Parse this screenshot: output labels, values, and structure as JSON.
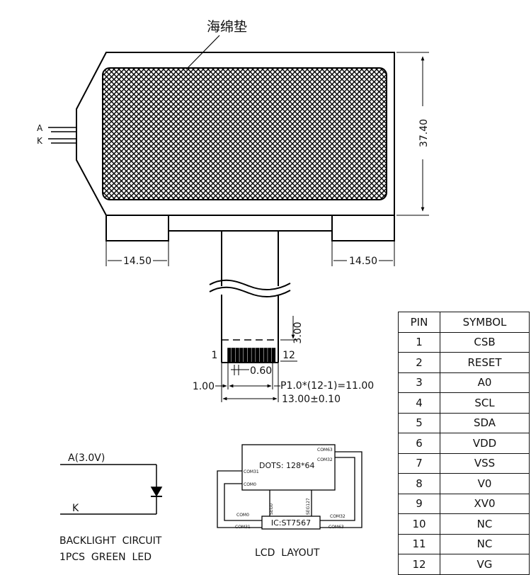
{
  "foam_label": "海绵垫",
  "backlight_pins": {
    "anode": "A",
    "cathode": "K"
  },
  "dimensions": {
    "height": "37.40",
    "left_ear": "14.50",
    "right_ear": "14.50",
    "fpc_tail": "3.00",
    "pad_width": "0.60",
    "edge_offset": "1.00",
    "pitch": "P1.0*(12-1)=11.00",
    "fpc_width": "13.00±0.10"
  },
  "fpc_pins": {
    "first": "1",
    "last": "12"
  },
  "backlight_circuit": {
    "anode_label": "A(3.0V)",
    "cathode_label": "K",
    "caption_line1": "BACKLIGHT  CIRCUIT",
    "caption_line2": "1PCS  GREEN  LED"
  },
  "lcd_layout": {
    "dots": "DOTS: 128*64",
    "ic": "IC:ST7567",
    "com63": "COM63",
    "com32": "COM32",
    "com31": "COM31",
    "com0": "COM0",
    "com0_bottom": "COM0",
    "com31_bottom": "COM31",
    "com32_bottom": "COM32",
    "com63_bottom": "COM63",
    "seg0": "SEG0",
    "seg127": "SEG127",
    "caption": "LCD  LAYOUT"
  },
  "pin_table": {
    "headers": [
      "PIN",
      "SYMBOL"
    ],
    "rows": [
      [
        "1",
        "CSB"
      ],
      [
        "2",
        "RESET"
      ],
      [
        "3",
        "A0"
      ],
      [
        "4",
        "SCL"
      ],
      [
        "5",
        "SDA"
      ],
      [
        "6",
        "VDD"
      ],
      [
        "7",
        "VSS"
      ],
      [
        "8",
        "V0"
      ],
      [
        "9",
        "XV0"
      ],
      [
        "10",
        "NC"
      ],
      [
        "11",
        "NC"
      ],
      [
        "12",
        "VG"
      ]
    ]
  }
}
